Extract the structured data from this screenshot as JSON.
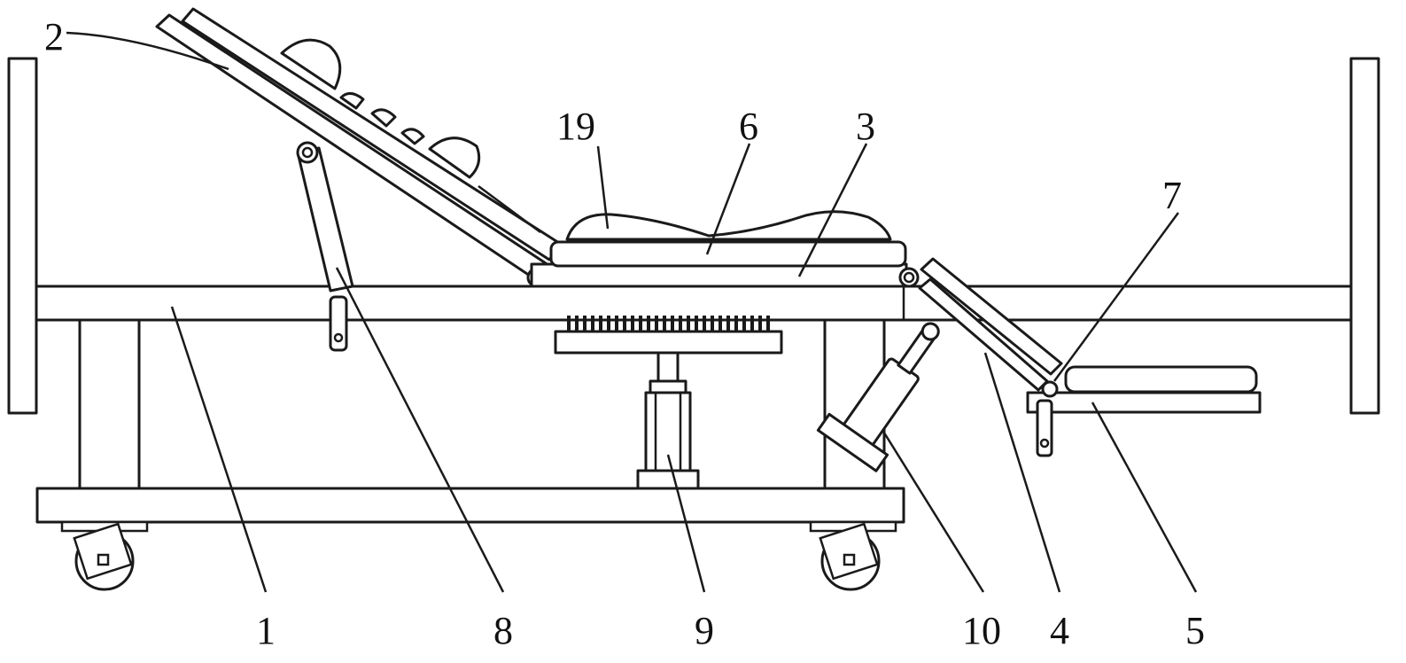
{
  "figure": {
    "labels": [
      {
        "id": "callout-2",
        "text": "2"
      },
      {
        "id": "callout-19",
        "text": "19"
      },
      {
        "id": "callout-6",
        "text": "6"
      },
      {
        "id": "callout-3",
        "text": "3"
      },
      {
        "id": "callout-7",
        "text": "7"
      },
      {
        "id": "callout-1",
        "text": "1"
      },
      {
        "id": "callout-8",
        "text": "8"
      },
      {
        "id": "callout-9",
        "text": "9"
      },
      {
        "id": "callout-10",
        "text": "10"
      },
      {
        "id": "callout-4",
        "text": "4"
      },
      {
        "id": "callout-5",
        "text": "5"
      }
    ]
  }
}
